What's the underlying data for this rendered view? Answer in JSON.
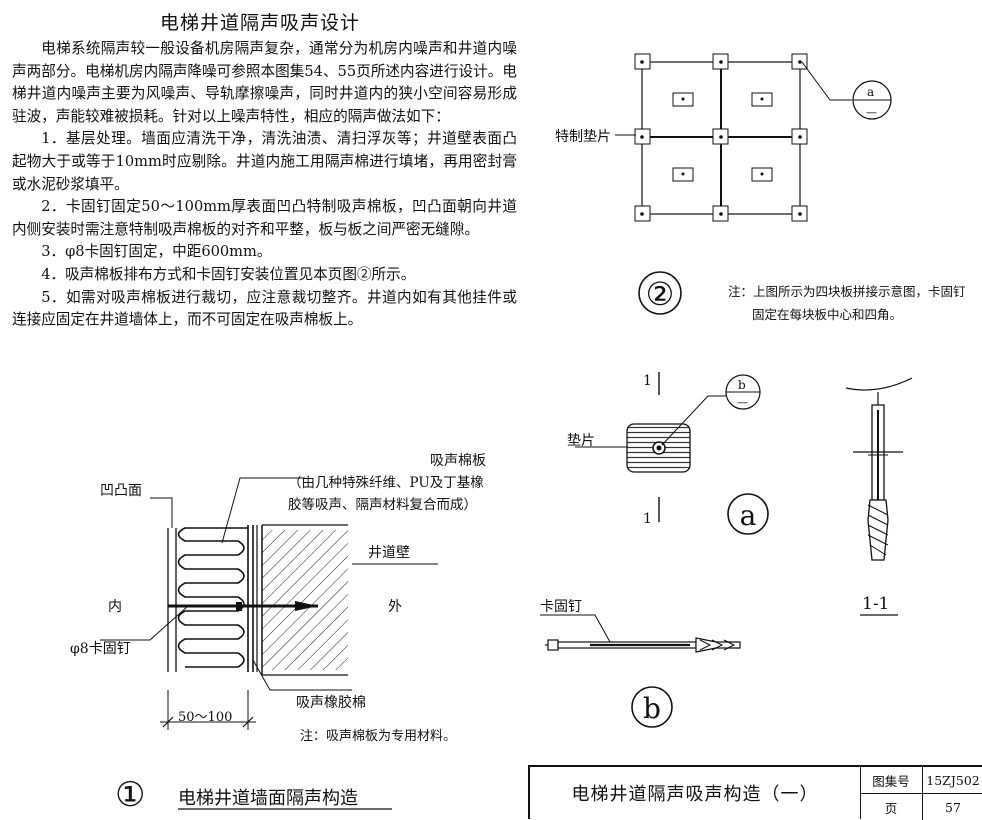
{
  "page": {
    "title": "电梯井道隔声吸声设计",
    "paragraphs": [
      "电梯系统隔声较一般设备机房隔声复杂，通常分为机房内噪声和井道内噪声两部分。电梯机房内隔声降噪可参照本图集54、55页所述内容进行设计。电梯井道内噪声主要为风噪声、导轨摩擦噪声，同时井道内的狭小空间容易形成驻波，声能较难被损耗。针对以上噪声特性，相应的隔声做法如下：",
      "1．基层处理。墙面应清洗干净，清洗油渍、清扫浮灰等；井道壁表面凸起物大于或等于10mm时应剔除。井道内施工用隔声棉进行填堵，再用密封膏或水泥砂浆填平。",
      "2．卡固钉固定50～100mm厚表面凹凸特制吸声棉板，凹凸面朝向井道内侧安装时需注意特制吸声棉板的对齐和平整，板与板之间严密无缝隙。",
      "3．φ8卡固钉固定，中距600mm。",
      "4．吸声棉板排布方式和卡固钉安装位置见本页图②所示。",
      "5．如需对吸声棉板进行裁切，应注意裁切整齐。井道内如有其他挂件或连接应固定在井道墙体上，而不可固定在吸声棉板上。"
    ]
  },
  "detail1": {
    "label_board": "吸声棉板",
    "label_board_desc1": "（由几种特殊纤维、PU及丁基橡",
    "label_board_desc2": "胶等吸声、隔声材料复合而成）",
    "label_concave": "凹凸面",
    "label_wall": "井道壁",
    "label_inner": "内",
    "label_outer": "外",
    "label_nail": "φ8卡固钉",
    "label_rubber": "吸声橡胶棉",
    "dim": "50～100",
    "note": "注：吸声棉板为专用材料。",
    "number": "①",
    "caption": "电梯井道墙面隔声构造"
  },
  "detail2": {
    "label_pad": "特制垫片",
    "callout": "a",
    "callout_sub": "—",
    "number": "②",
    "note_line1": "注：上图所示为四块板拼接示意图，卡固钉",
    "note_line2": "固定在每块板中心和四角。"
  },
  "detail_a": {
    "label_pad": "垫片",
    "callout": "b",
    "callout_sub": "—",
    "section_mark": "1",
    "number": "a"
  },
  "detail_b": {
    "label_nail": "卡固钉",
    "number": "b"
  },
  "section11": {
    "label": "1-1"
  },
  "title_block": {
    "drawing_title": "电梯井道隔声吸声构造（一）",
    "atlas_label": "图集号",
    "atlas_value": "15ZJ502",
    "page_label": "页",
    "page_value": "57"
  }
}
